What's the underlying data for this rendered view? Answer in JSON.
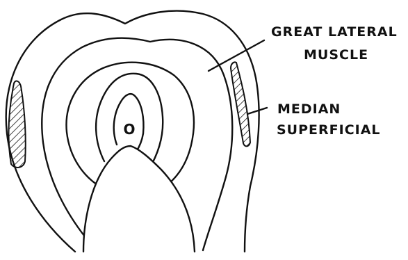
{
  "labels": {
    "great_lateral_line1": "GREAT LATERAL",
    "great_lateral_line2": "MUSCLE",
    "median_line1": "MEDIAN",
    "median_line2": "SUPERFICIAL",
    "center_mark": "O"
  },
  "colors": {
    "stroke": "#111111",
    "background": "#ffffff"
  }
}
